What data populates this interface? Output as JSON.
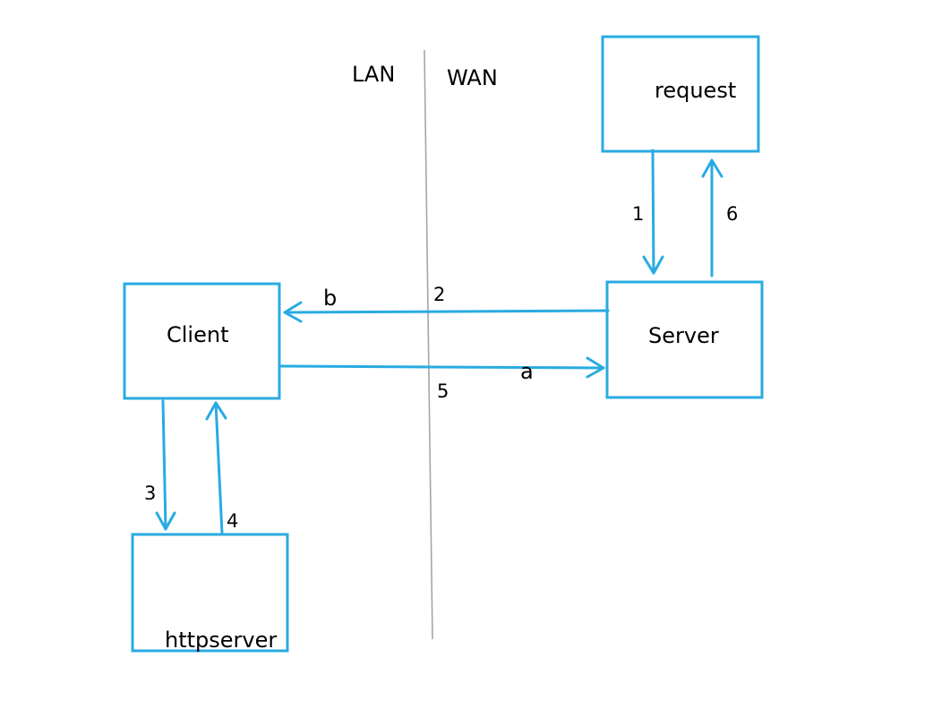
{
  "colors": {
    "accent": "#29abe2",
    "divider": "#a6a6a6",
    "text": "#000000"
  },
  "zones": {
    "lan": "LAN",
    "wan": "WAN"
  },
  "nodes": {
    "request": "request",
    "client": "Client",
    "server": "Server",
    "httpserver": "httpserver"
  },
  "steps": {
    "s1": "1",
    "s2": "2",
    "s3": "3",
    "s4": "4",
    "s5": "5",
    "s6": "6"
  },
  "connections": {
    "a": "a",
    "b": "b"
  }
}
